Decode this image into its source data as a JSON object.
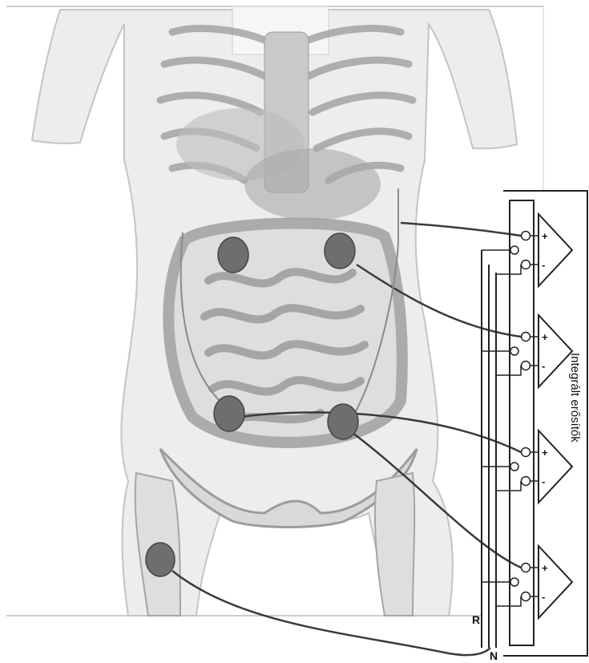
{
  "diagram": {
    "amplifier_panel_label": "Integrált erősítők",
    "ground_labels": {
      "right_leg": "R",
      "neutral": "N"
    },
    "channels": [
      {
        "plus": "+",
        "minus": "-"
      },
      {
        "plus": "+",
        "minus": "-"
      },
      {
        "plus": "+",
        "minus": "-"
      },
      {
        "plus": "+",
        "minus": "-"
      }
    ],
    "colors": {
      "electrode": "#6e6e6e",
      "electrode_edge": "#444444",
      "lead": "#3a3a3a",
      "body": "#ececec",
      "organ": "#d6d6d6"
    }
  }
}
